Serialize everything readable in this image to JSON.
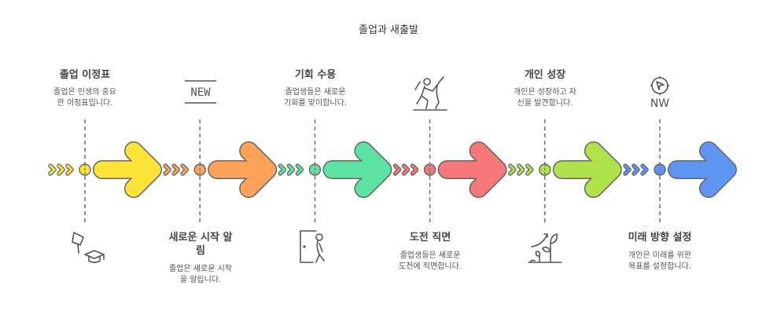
{
  "title": "졸업과 새출발",
  "stages": [
    {
      "title": "졸업 이정표",
      "desc1": "졸업은 인생의 중요",
      "desc2": "한 이정표입니다.",
      "color": "#FDE33A",
      "dark": "#D9B400",
      "text_position": "top",
      "icon": "graduation-cap-icon"
    },
    {
      "title": "새로운 시작 알",
      "title2": "림",
      "desc1": "졸업은 새로운 시작",
      "desc2": "을 알립니다.",
      "color": "#FFA35A",
      "dark": "#E07A2A",
      "text_position": "bottom",
      "icon": "new-sign-icon",
      "icon_label": "NEW"
    },
    {
      "title": "기회 수용",
      "desc1": "졸업생들은 새로운",
      "desc2": "기회를 맞이합니다.",
      "color": "#5EE3A2",
      "dark": "#2DB57A",
      "text_position": "top",
      "icon": "door-exit-icon"
    },
    {
      "title": "도전 직면",
      "desc1": "졸업생들은 새로운",
      "desc2": "도전에 직면합니다.",
      "color": "#F47878",
      "dark": "#D94A4A",
      "text_position": "bottom",
      "icon": "climber-icon"
    },
    {
      "title": "개인 성장",
      "desc1": "개인은 성장하고 자",
      "desc2": "신을 발견합니다.",
      "color": "#AEE44A",
      "dark": "#84BE22",
      "text_position": "top",
      "icon": "growing-plant-icon"
    },
    {
      "title": "미래 방향 설정",
      "desc1": "개인은 미래를 위한",
      "desc2": "목표를 설정합니다.",
      "color": "#5F95F2",
      "dark": "#3A6FD4",
      "text_position": "bottom",
      "icon": "compass-icon",
      "icon_label": "NW"
    }
  ]
}
